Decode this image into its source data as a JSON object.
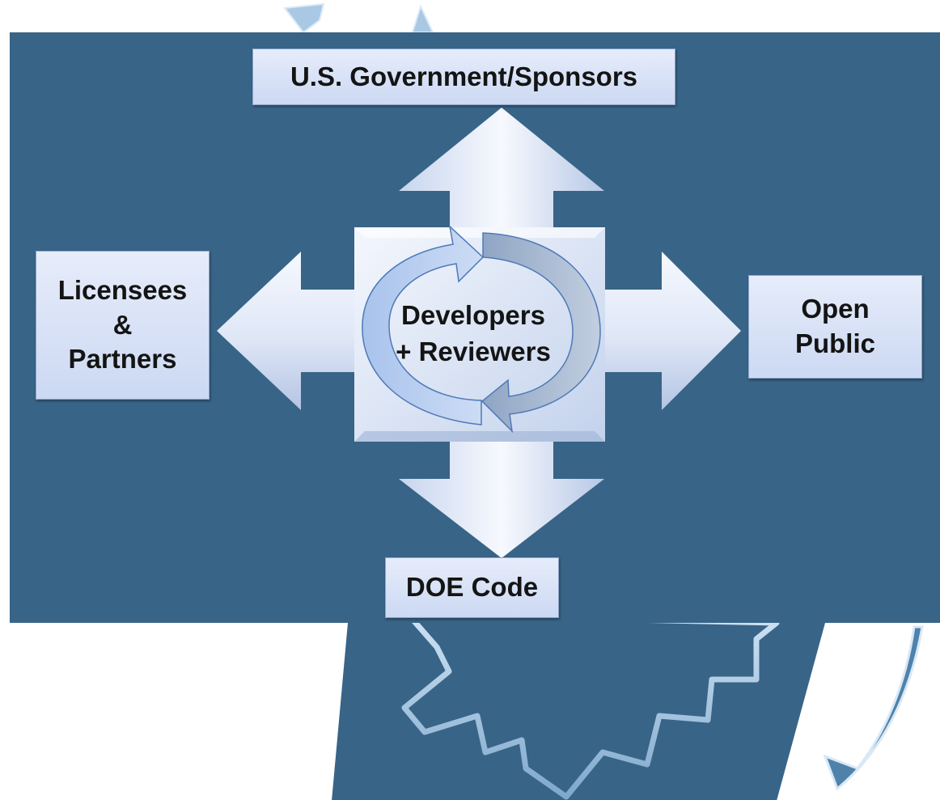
{
  "diagram": {
    "top_box": {
      "label": "U.S. Government/Sponsors"
    },
    "left_box": {
      "lines": [
        "Licensees",
        "&",
        "Partners"
      ]
    },
    "right_box": {
      "lines": [
        "Open",
        "Public"
      ]
    },
    "bottom_box": {
      "label": "DOE Code"
    },
    "center": {
      "lines": [
        "Developers",
        "+ Reviewers"
      ]
    }
  },
  "colors": {
    "panel": "#386487",
    "box_fill": "#d6e0f5",
    "arrow_light": "#f2f6fd",
    "arrow_shade": "#b9c9e6",
    "cycle_arrow": "#b3cbef",
    "text": "#141414"
  }
}
